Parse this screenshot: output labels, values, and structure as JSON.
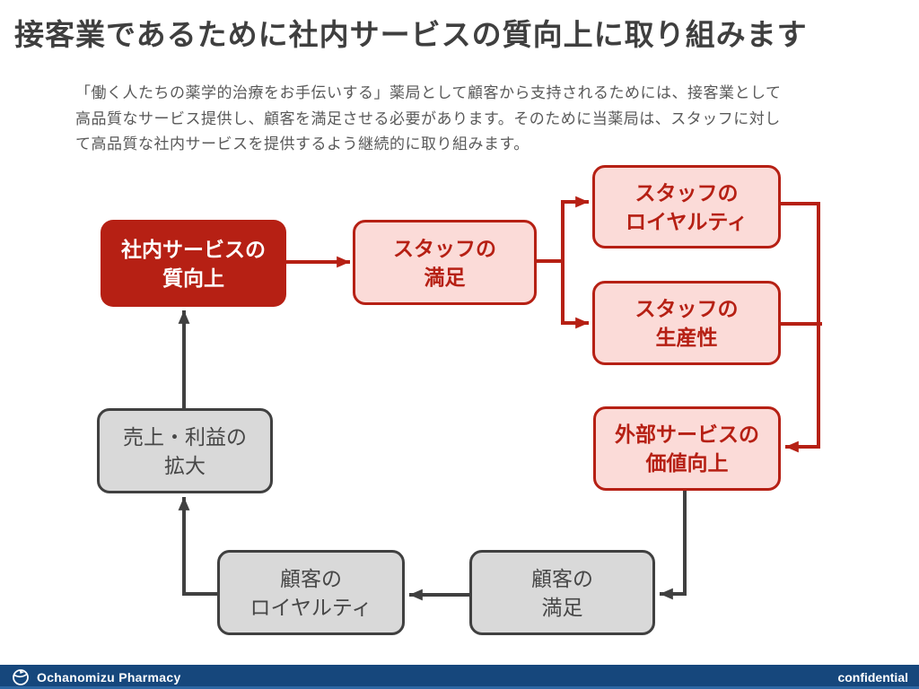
{
  "slide": {
    "title": "接客業であるために社内サービスの質向上に取り組みます",
    "intro_lines": [
      "「働く人たちの薬学的治療をお手伝いする」薬局として顧客から支持されるためには、接客業として",
      "高品質なサービス提供し、顧客を満足させる必要があります。そのために当薬局は、スタッフに対し",
      "て高品質な社内サービスを提供するよう継続的に取り組みます。"
    ]
  },
  "diagram": {
    "nodes": [
      {
        "id": "internal-service-quality",
        "style": "solid-red",
        "lines": [
          "社内サービスの",
          "質向上"
        ]
      },
      {
        "id": "staff-satisfaction",
        "style": "pink",
        "lines": [
          "スタッフの",
          "満足"
        ]
      },
      {
        "id": "staff-loyalty",
        "style": "pink",
        "lines": [
          "スタッフの",
          "ロイヤルティ"
        ]
      },
      {
        "id": "staff-productivity",
        "style": "pink",
        "lines": [
          "スタッフの",
          "生産性"
        ]
      },
      {
        "id": "external-service-value",
        "style": "pink",
        "lines": [
          "外部サービスの",
          "価値向上"
        ]
      },
      {
        "id": "sales-profit-growth",
        "style": "gray",
        "lines": [
          "売上・利益の",
          "拡大"
        ]
      },
      {
        "id": "customer-loyalty",
        "style": "gray",
        "lines": [
          "顧客の",
          "ロイヤルティ"
        ]
      },
      {
        "id": "customer-satisfaction",
        "style": "gray",
        "lines": [
          "顧客の",
          "満足"
        ]
      }
    ],
    "colors": {
      "accent_red": "#b62014",
      "pink_fill": "#fbdbd8",
      "gray_fill": "#d9d9d9",
      "line_gray": "#404040"
    }
  },
  "footer": {
    "company": "Ochanomizu Pharmacy",
    "confidential_label": "confidential",
    "bar_color": "#16477c"
  }
}
